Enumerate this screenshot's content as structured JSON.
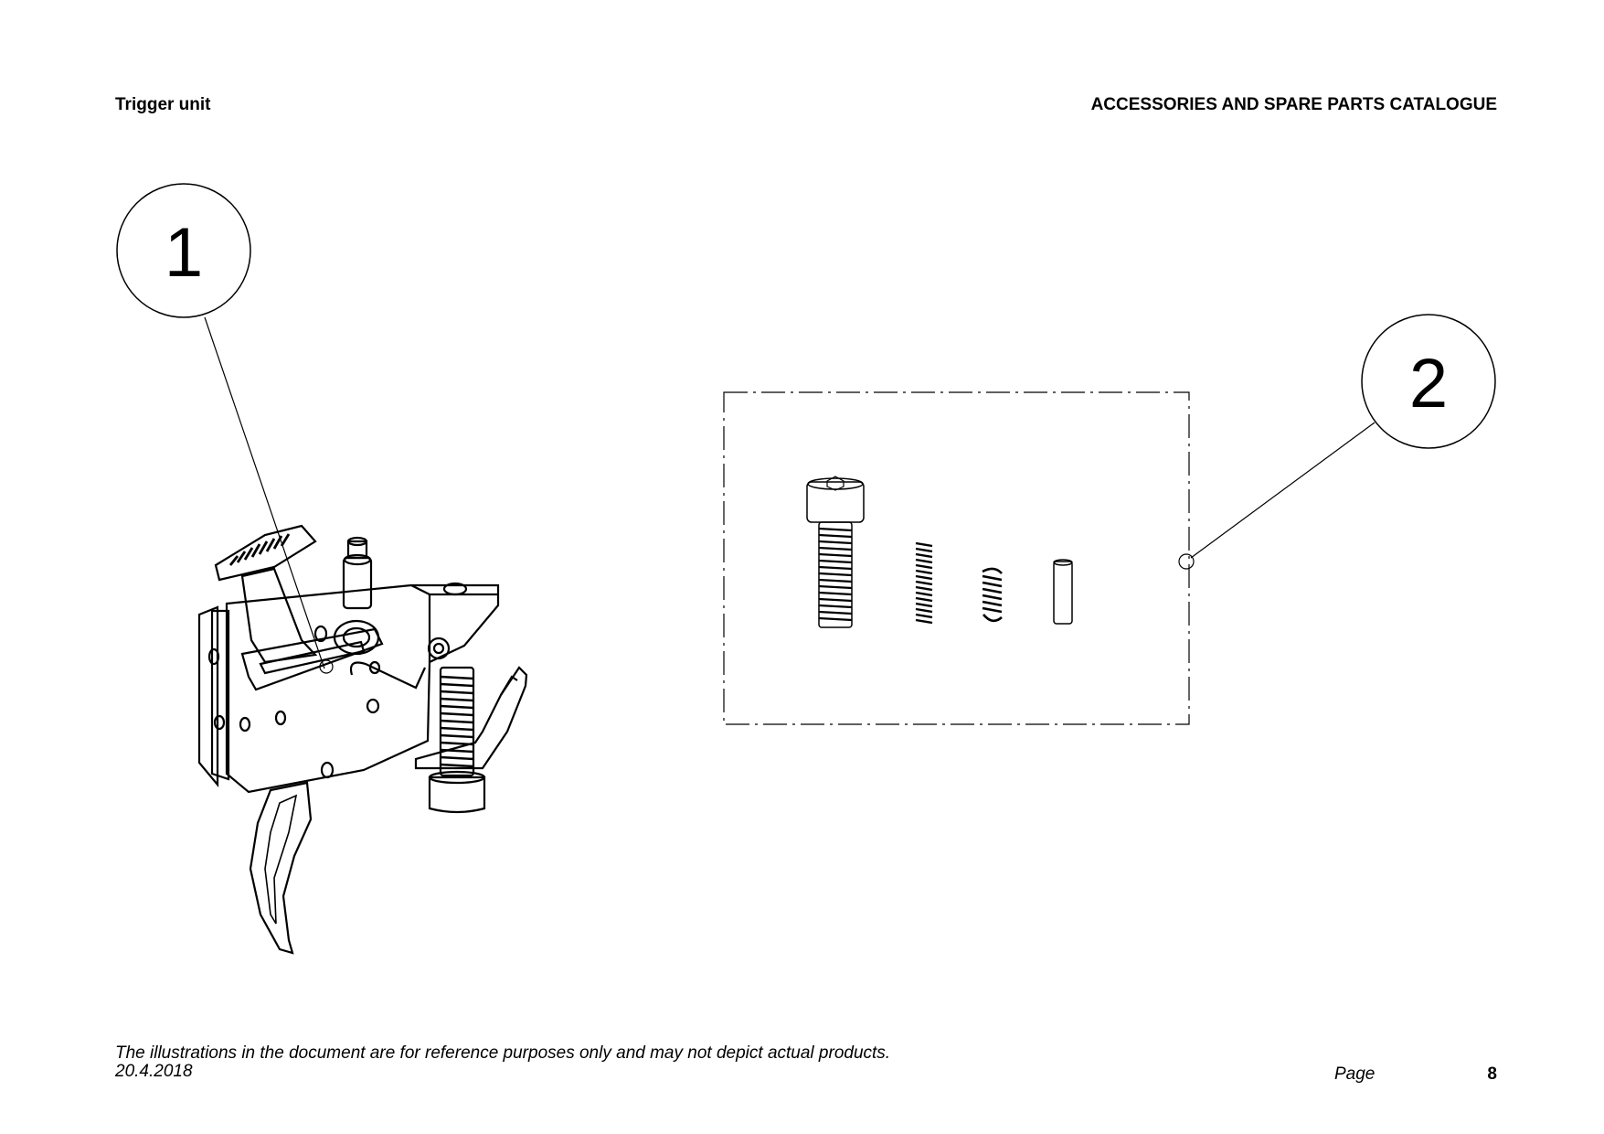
{
  "header": {
    "section_title": "Trigger unit",
    "catalogue_title": "ACCESSORIES AND SPARE PARTS CATALOGUE"
  },
  "callouts": [
    {
      "number": "1"
    },
    {
      "number": "2"
    }
  ],
  "footer": {
    "disclaimer": "The illustrations in the document are for reference purposes only and may not depict actual products.",
    "date": "20.4.2018",
    "page_label": "Page",
    "page_number": "8"
  }
}
